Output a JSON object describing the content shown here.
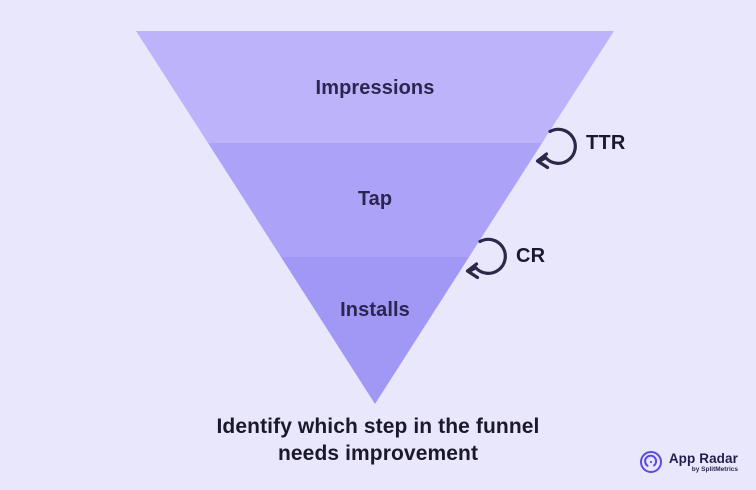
{
  "background": "#E9E7FC",
  "funnel": {
    "stages": [
      {
        "label": "Impressions",
        "color": "#BDB3FA"
      },
      {
        "label": "Tap",
        "color": "#ACA2F7"
      },
      {
        "label": "Installs",
        "color": "#A197F5"
      }
    ],
    "label_color": "#2B2650"
  },
  "annotations": {
    "ttr": {
      "label": "TTR"
    },
    "cr": {
      "label": "CR"
    },
    "arrow_color": "#2D2847"
  },
  "caption": {
    "line1": "Identify which step in the funnel",
    "line2": "needs improvement"
  },
  "logo": {
    "name": "App Radar",
    "byline": "by SplitMetrics",
    "accent": "#5B4BE1"
  }
}
